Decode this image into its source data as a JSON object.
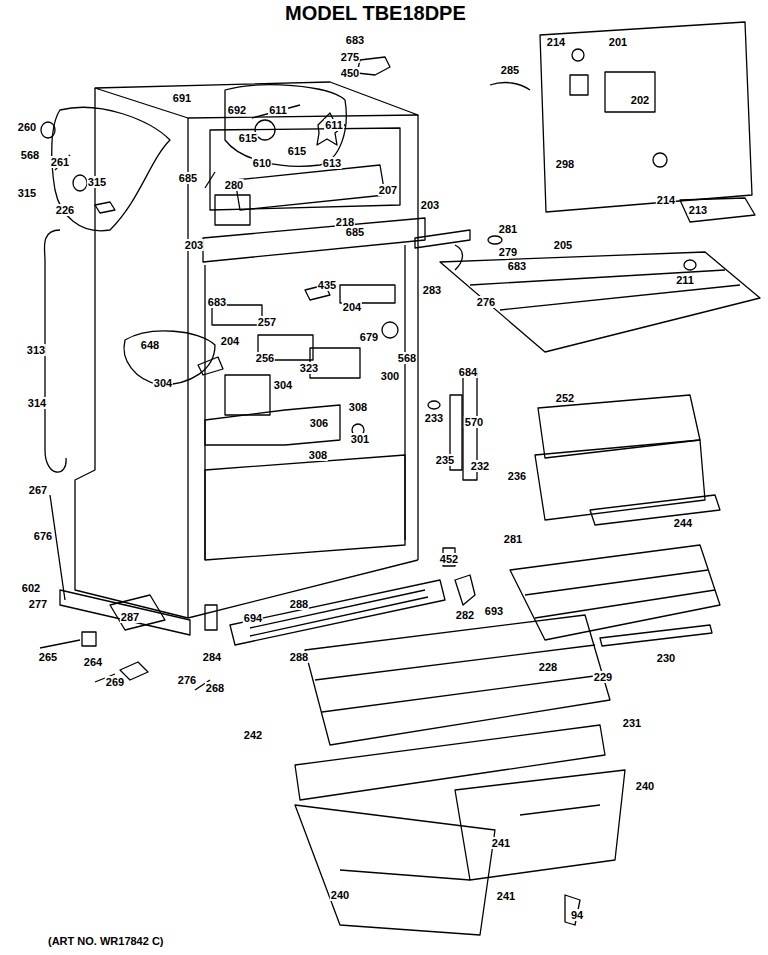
{
  "diagram": {
    "title": "MODEL TBE18DPE",
    "caption": "(ART NO. WR17842 C)",
    "labels": [
      "683",
      "275",
      "450",
      "691",
      "692",
      "611",
      "611",
      "615",
      "615",
      "610",
      "613",
      "260",
      "261",
      "568",
      "315",
      "315",
      "226",
      "685",
      "280",
      "685",
      "207",
      "218",
      "203",
      "203",
      "285",
      "214",
      "201",
      "202",
      "298",
      "214",
      "213",
      "281",
      "279",
      "683",
      "276",
      "283",
      "205",
      "211",
      "435",
      "204",
      "683",
      "204",
      "257",
      "648",
      "256",
      "304",
      "304",
      "323",
      "679",
      "568",
      "300",
      "308",
      "306",
      "308",
      "301",
      "313",
      "314",
      "684",
      "570",
      "233",
      "235",
      "232",
      "252",
      "236",
      "244",
      "267",
      "676",
      "602",
      "277",
      "452",
      "281",
      "282",
      "693",
      "228",
      "230",
      "287",
      "265",
      "264",
      "284",
      "694",
      "288",
      "288",
      "269",
      "276",
      "268",
      "229",
      "231",
      "242",
      "240",
      "241",
      "241",
      "240",
      "94"
    ]
  }
}
